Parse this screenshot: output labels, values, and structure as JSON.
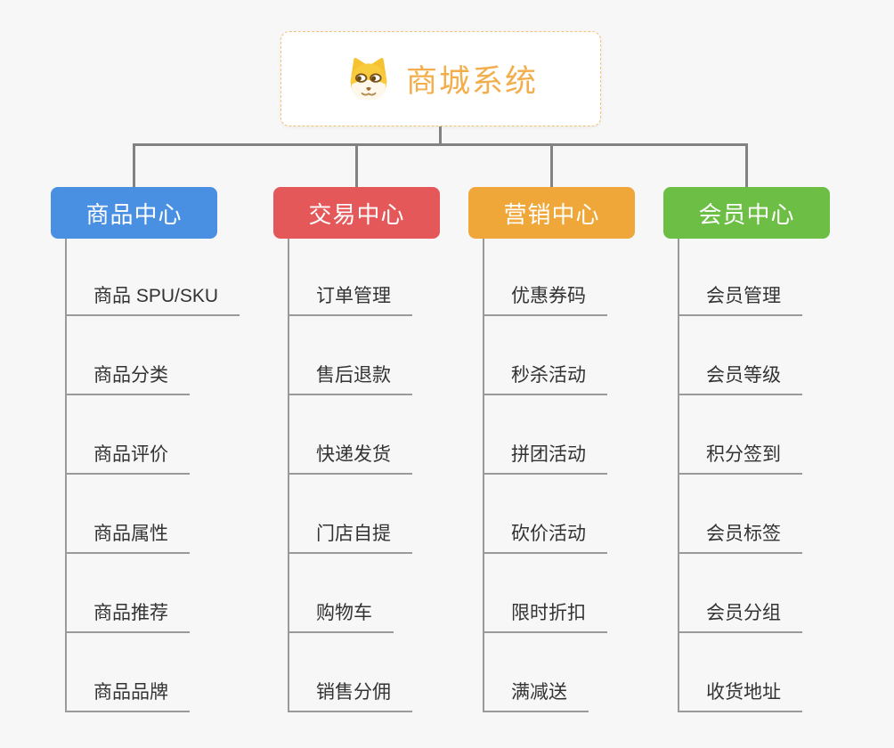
{
  "root": {
    "title": "商城系统",
    "icon": "dog-face-icon"
  },
  "branches": [
    {
      "label": "商品中心",
      "color": "#4a90e2",
      "children": [
        "商品 SPU/SKU",
        "商品分类",
        "商品评价",
        "商品属性",
        "商品推荐",
        "商品品牌"
      ]
    },
    {
      "label": "交易中心",
      "color": "#e4585a",
      "children": [
        "订单管理",
        "售后退款",
        "快递发货",
        "门店自提",
        "购物车",
        "销售分佣"
      ]
    },
    {
      "label": "营销中心",
      "color": "#f0a73a",
      "children": [
        "优惠券码",
        "秒杀活动",
        "拼团活动",
        "砍价活动",
        "限时折扣",
        "满减送"
      ]
    },
    {
      "label": "会员中心",
      "color": "#6cbe45",
      "children": [
        "会员管理",
        "会员等级",
        "积分签到",
        "会员标签",
        "会员分组",
        "收货地址"
      ]
    }
  ],
  "colors": {
    "background": "#f7f7f7",
    "connector": "#828282",
    "child_line": "#9a9a9a",
    "root_accent": "#f3ae4c",
    "text": "#333333"
  }
}
